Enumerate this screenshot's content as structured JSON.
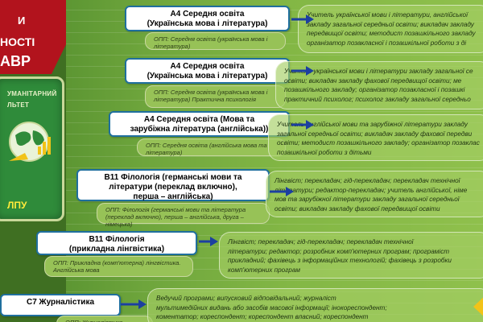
{
  "banner": {
    "line1": "И",
    "line2": "НОСТІ",
    "line3": "АВР"
  },
  "faculty": {
    "line1": "УМАНІТАРНИЙ",
    "line2": "ЛЬТЕТ",
    "line3": "ЛПУ"
  },
  "programs": [
    {
      "header": "А4 Середня освіта\n(Українська мова і література)",
      "opp": "ОПП: Середня освіта (українська мова і література)",
      "quals": "Учитель української мови і літератури, англійської\nзакладу загальної середньої освіти; викладач закладу\nпередвищої освіти; методист позашкільного закладу\nорганізатор позакласної і позашкільної роботи з ді"
    },
    {
      "header": "А4 Середня освіта\n(Українська мова і література)",
      "opp": "ОПП: Середня освіта (українська мова і література) Практична психологія",
      "quals": "Учитель української мови і літератури закладу загальної се\nосвіти; викладач закладу фахової передвищої освіти; ме\nпозашкільного закладу; організатор позакласної і позашкі\nпрактичний психолог; психолог закладу загальної середньо"
    },
    {
      "header": "А4 Середня освіта (Мова та\nзарубіжна література (англійська))",
      "opp": "ОПП: Середня освіта (англійська мова та література)",
      "quals": "Учитель англійської мови та зарубіжної літератури закладу\nзагальної середньої освіти; викладач закладу фахової передви\nосвіти; методист позашкільного закладу; організатор позаклас\nпозашкільної роботи з дітьми"
    },
    {
      "header": "В11 Філологія (германські мови та\nлітератури (переклад включно),\nперша – англійська)",
      "opp": "ОПП: Філологія (германські мови та література (переклад включно), перша – англійська, друга – німецька)",
      "quals": "Лінгвіст; перекладач; гід-перекладач; перекладач технічної\nлітератури; редактор-перекладач; учитель англійської, німе\nмов та зарубіжної літератури закладу загальної середньої\nосвіти; викладач закладу фахової передвищої освіти"
    },
    {
      "header": "В11 Філологія\n(прикладна лінгвістика)",
      "opp": "ОПП: Прикладна (комп'ютерна) лінгвістика. Англійська мова",
      "quals": "Лінгвіст; перекладач; гід-перекладач; перекладач технічної\nлітератури; редактор; розробник комп'ютерних програм; програміст\nприкладний; фахівець з інформаційних технологій; фахівець з розробки\nкомп'ютерних програм"
    },
    {
      "header": "С7 Журналістика",
      "opp": "ОПП: Журналістика",
      "quals": "Ведучий програми; випусковий відповідальний; журналіст\nмультимедійних видань або засобів масової інформації; інокореспондент;\nкоментатор; кореспондент; кореспондент власний; кореспондент"
    }
  ],
  "colors": {
    "header_border": "#1f6f9e",
    "arrow": "#1c3fa0",
    "banner_red": "#b2131d",
    "badge_green": "#2f8b3a",
    "badge_text_yellow": "#ffeb3b"
  },
  "icons": [
    "globe-icon",
    "arrow-right-icon",
    "logo-mark-icon"
  ]
}
